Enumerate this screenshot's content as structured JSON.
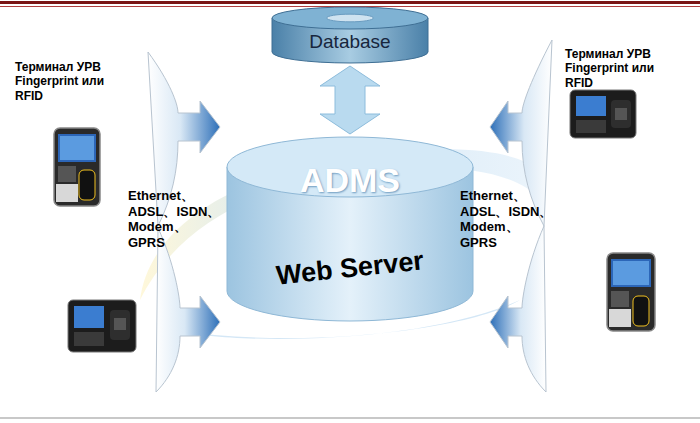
{
  "diagram": {
    "nodes": [
      {
        "text": [
          "Database"
        ]
      },
      {
        "text": [
          "ADMS",
          "Web Server"
        ]
      }
    ],
    "edges": [
      {
        "from": 0,
        "to": 1,
        "arrow": "both"
      }
    ],
    "labels": [
      "Терминал УРВ Fingerprint или RFID",
      "Терминал УРВ Fingerprint или RFID",
      "Ethernet、 ADSL、ISDN、 Modem、 GPRS",
      "Ethernet、 ADSL、ISDN、 Modem、 GPRS"
    ]
  }
}
